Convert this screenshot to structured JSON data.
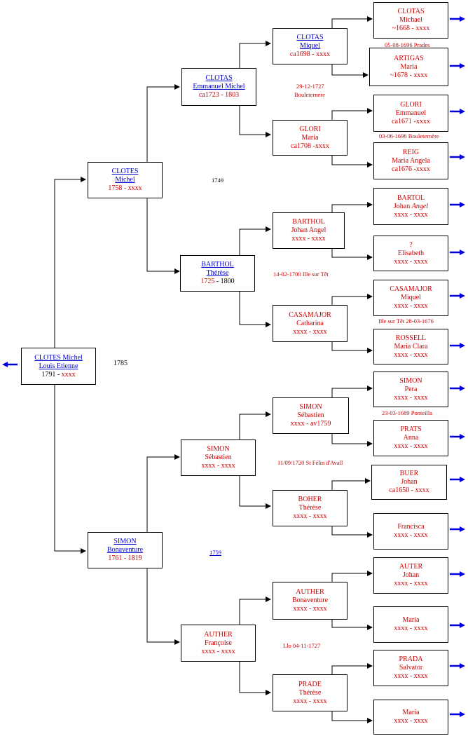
{
  "colors": {
    "red": "#cc0000",
    "link": "#0000cc",
    "black": "#000000",
    "arrow": "#0000dd"
  },
  "persons": {
    "root": {
      "surname": "CLOTES Michel",
      "given": "Louis Etienne",
      "birth": "1791",
      "death": "xxxx"
    },
    "father": {
      "surname": "CLOTES",
      "given": "Michel",
      "dates": "1758 - xxxx"
    },
    "mother": {
      "surname": "SIMON",
      "given": "Bonaventure",
      "dates": "1761 - 1819"
    },
    "pf": {
      "surname": "CLOTAS",
      "given": "Emmanuel Michel",
      "dates": "ca1723 - 1803"
    },
    "pm": {
      "surname": "BARTHOL",
      "given": "Thérèse",
      "birth": "1725",
      "death": "1800"
    },
    "mf": {
      "surname": "SIMON",
      "given": "Sébastien",
      "dates": "xxxx - xxxx"
    },
    "mm": {
      "surname": "AUTHER",
      "given": "Françoise",
      "dates": "xxxx - xxxx"
    },
    "g1": {
      "surname": "CLOTAS",
      "given": "Miquel",
      "dates": "ca1698 - xxxx"
    },
    "g2": {
      "surname": "GLORI",
      "given": "Maria",
      "dates": "ca1708 -xxxx"
    },
    "g3": {
      "surname": "BARTHOL",
      "given": "Johan Angel",
      "dates": "xxxx - xxxx"
    },
    "g4": {
      "surname": "CASAMAJOR",
      "given": "Catharina",
      "dates": "xxxx - xxxx"
    },
    "g5": {
      "surname": "SIMON",
      "given": "Sébastien",
      "dates": "xxxx - av1759"
    },
    "g6": {
      "surname": "BOHER",
      "given": "Thérèse",
      "dates": "xxxx - xxxx"
    },
    "g7": {
      "surname": "AUTHER",
      "given": "Bonaventure",
      "dates": "xxxx - xxxx"
    },
    "g8": {
      "surname": "PRADE",
      "given": "Thérèse",
      "dates": "xxxx - xxxx"
    },
    "a1": {
      "surname": "CLOTAS",
      "given": "Michael",
      "dates": "~1668 - xxxx"
    },
    "a2": {
      "surname": "ARTIGAS",
      "given": "Maria",
      "dates": "~1678 - xxxx"
    },
    "a3": {
      "surname": "GLORI",
      "given": "Emmanuel",
      "dates": "ca1671 -xxxx"
    },
    "a4": {
      "surname": "REIG",
      "given": "Maria Angela",
      "dates": "ca1676 -xxxx"
    },
    "a5": {
      "surname": "BARTOL",
      "given_pre": "Johan ",
      "given_it": "Angel",
      "dates": "xxxx - xxxx"
    },
    "a6": {
      "surname": "?",
      "given": "Elisabeth",
      "dates": "xxxx - xxxx"
    },
    "a7": {
      "surname": "CASAMAJOR",
      "given": "Miquel",
      "dates": "xxxx - xxxx"
    },
    "a8": {
      "surname": "ROSSELL",
      "given": "Maria Clara",
      "dates": "xxxx - xxxx"
    },
    "a9": {
      "surname": "SIMON",
      "given": "Pera",
      "dates": "xxxx - xxxx"
    },
    "a10": {
      "surname": "PRATS",
      "given": "Anna",
      "dates": "xxxx - xxxx"
    },
    "a11": {
      "surname": "BUER",
      "given": "Johan",
      "dates": "ca1650 - xxxx"
    },
    "a12": {
      "given": "Francisca",
      "dates": "xxxx - xxxx"
    },
    "a13": {
      "surname": "AUTER",
      "given": "Johan",
      "dates": "xxxx - xxxx"
    },
    "a14": {
      "given": "Maria",
      "dates": "xxxx - xxxx"
    },
    "a15": {
      "surname": "PRADA",
      "given": "Salvator",
      "dates": "xxxx - xxxx"
    },
    "a16": {
      "given": "Maria",
      "dates": "xxxx - xxxx"
    }
  },
  "marriages": {
    "root": "1785",
    "pf": "1749",
    "mf": "1759",
    "g1": "29-12-1727",
    "g1_place": "Bouleternere",
    "g3": "14-02-1700 Ille sur Têt",
    "g5": "11/09/1720 St Félin d'Avall",
    "g7": "Llo 04-11-1727",
    "a1": "05-08-1696 Prades",
    "a3": "03-06-1696 Bouleternère",
    "a7": "Ille sur Têt 28-03-1676",
    "a9": "23-03-1689 Ponteilla"
  }
}
